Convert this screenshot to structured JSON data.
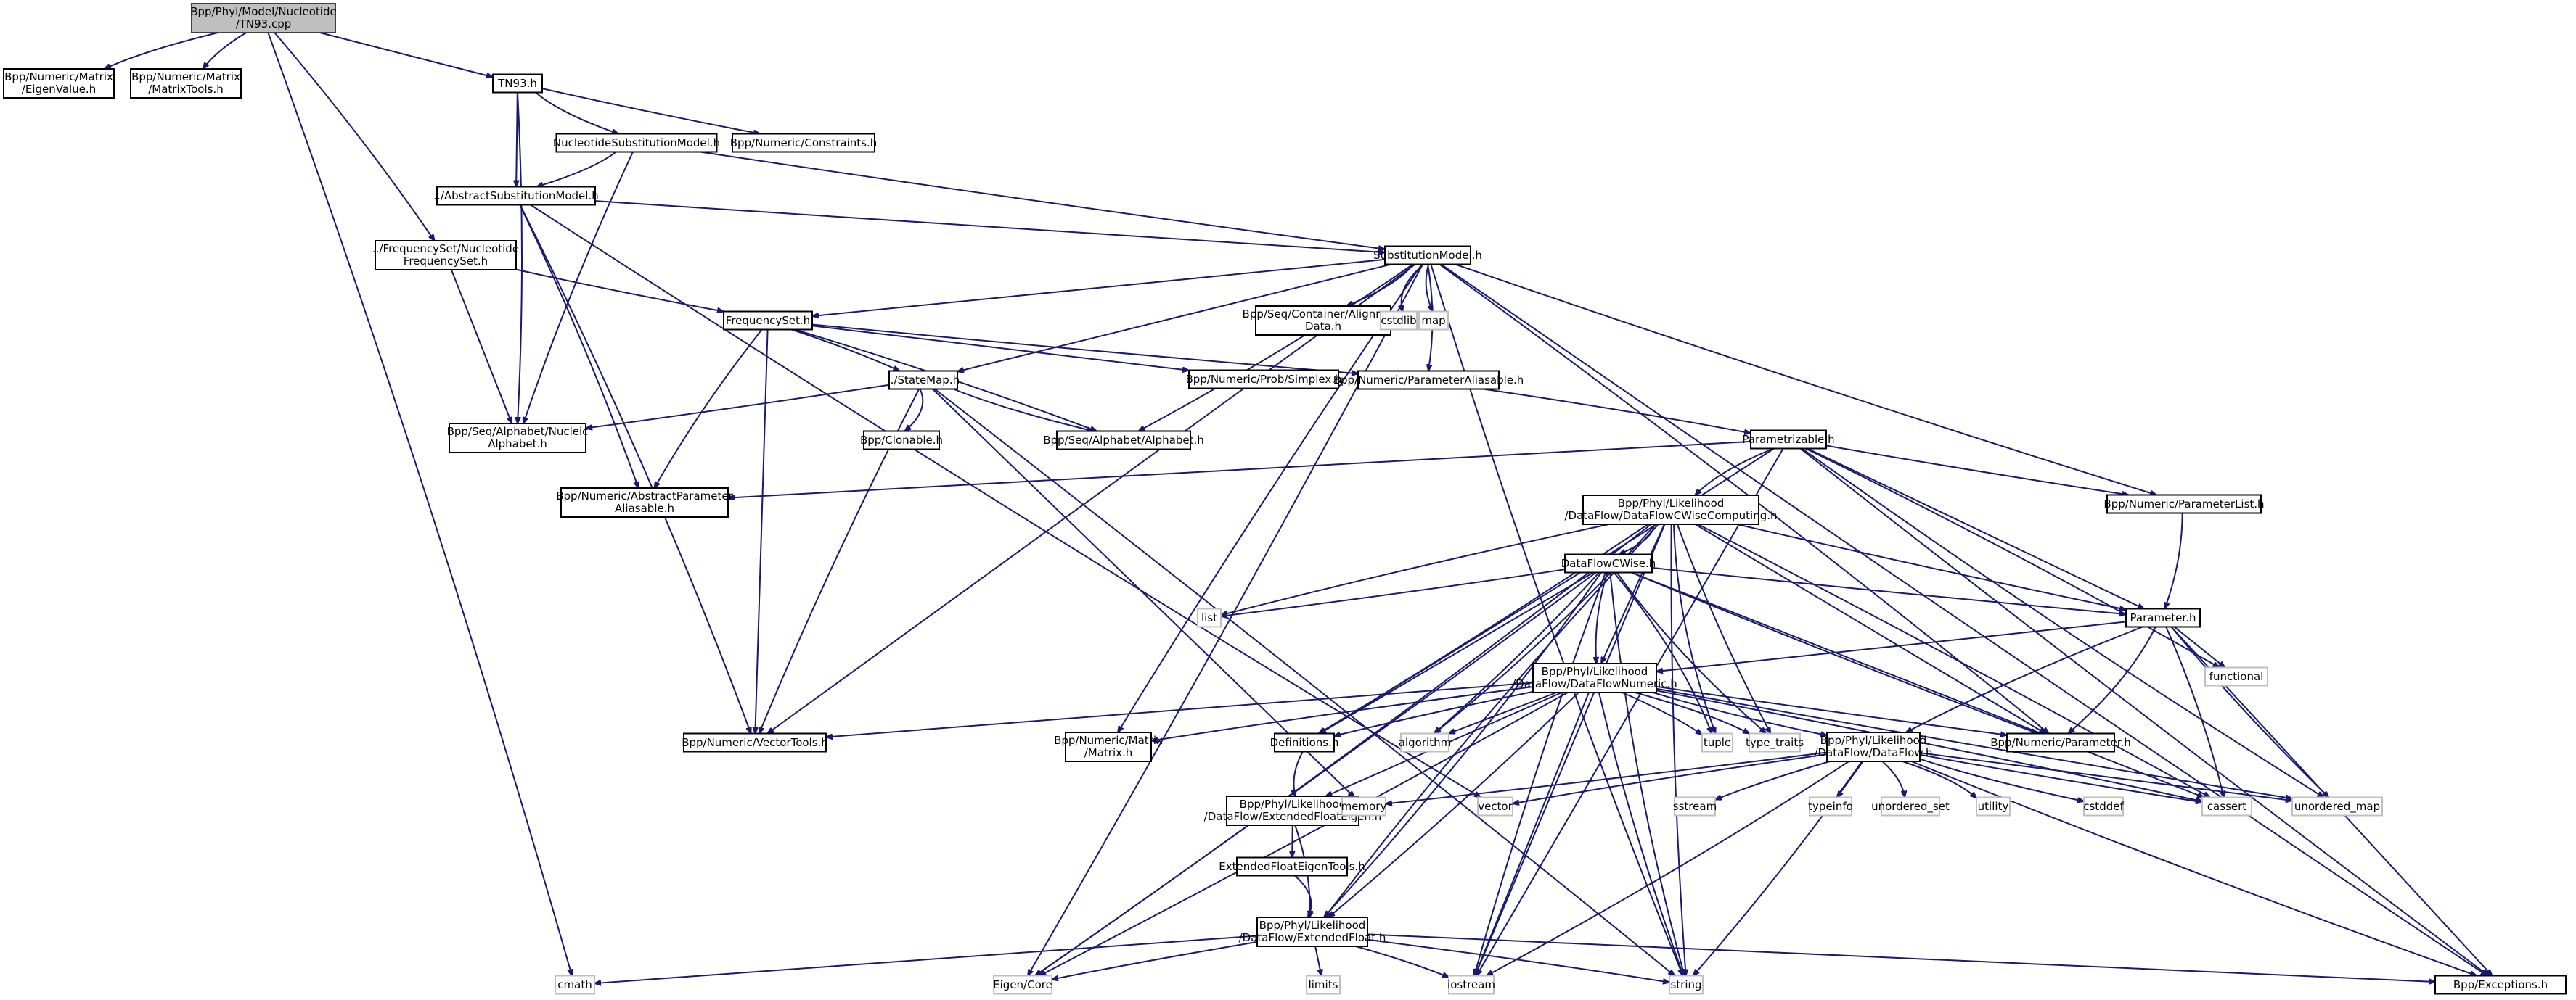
{
  "title": "Include dependency graph for TN93.cpp",
  "colors": {
    "edge": "#191970",
    "root_fill": "#bfbfbf",
    "node_border": "#000000",
    "system_border": "#bfbfbf"
  },
  "nodes": [
    {
      "id": "root",
      "label": [
        "Bpp/Phyl/Model/Nucleotide",
        "/TN93.cpp"
      ],
      "kind": "root"
    },
    {
      "id": "eigenvalue",
      "label": [
        "Bpp/Numeric/Matrix",
        "/EigenValue.h"
      ],
      "kind": "file"
    },
    {
      "id": "matrixtools",
      "label": [
        "Bpp/Numeric/Matrix",
        "/MatrixTools.h"
      ],
      "kind": "file"
    },
    {
      "id": "tn93h",
      "label": [
        "TN93.h"
      ],
      "kind": "file"
    },
    {
      "id": "nucsubmodel",
      "label": [
        "NucleotideSubstitutionModel.h"
      ],
      "kind": "file"
    },
    {
      "id": "constraints",
      "label": [
        "Bpp/Numeric/Constraints.h"
      ],
      "kind": "file"
    },
    {
      "id": "abssubmodel",
      "label": [
        "../AbstractSubstitutionModel.h"
      ],
      "kind": "file"
    },
    {
      "id": "nucfreqset",
      "label": [
        "../FrequencySet/Nucleotide",
        "FrequencySet.h"
      ],
      "kind": "file"
    },
    {
      "id": "submodel",
      "label": [
        "SubstitutionModel.h"
      ],
      "kind": "file"
    },
    {
      "id": "freqset",
      "label": [
        "FrequencySet.h"
      ],
      "kind": "file"
    },
    {
      "id": "aligndata",
      "label": [
        "Bpp/Seq/Container/Alignment",
        "Data.h"
      ],
      "kind": "file"
    },
    {
      "id": "cstdlib",
      "label": [
        "cstdlib"
      ],
      "kind": "system"
    },
    {
      "id": "map",
      "label": [
        "map"
      ],
      "kind": "system"
    },
    {
      "id": "simplex",
      "label": [
        "Bpp/Numeric/Prob/Simplex.h"
      ],
      "kind": "file"
    },
    {
      "id": "statemap",
      "label": [
        "../StateMap.h"
      ],
      "kind": "file"
    },
    {
      "id": "paramaliasable",
      "label": [
        "Bpp/Numeric/ParameterAliasable.h"
      ],
      "kind": "file"
    },
    {
      "id": "nucalphabet",
      "label": [
        "Bpp/Seq/Alphabet/Nucleic",
        "Alphabet.h"
      ],
      "kind": "file"
    },
    {
      "id": "clonable",
      "label": [
        "Bpp/Clonable.h"
      ],
      "kind": "file"
    },
    {
      "id": "alphabet",
      "label": [
        "Bpp/Seq/Alphabet/Alphabet.h"
      ],
      "kind": "file"
    },
    {
      "id": "parametrizable",
      "label": [
        "Parametrizable.h"
      ],
      "kind": "file"
    },
    {
      "id": "absparamaliasable",
      "label": [
        "Bpp/Numeric/AbstractParameter",
        "Aliasable.h"
      ],
      "kind": "file"
    },
    {
      "id": "dfcwisecomputing",
      "label": [
        "Bpp/Phyl/Likelihood",
        "/DataFlow/DataFlowCWiseComputing.h"
      ],
      "kind": "file"
    },
    {
      "id": "paramlist",
      "label": [
        "Bpp/Numeric/ParameterList.h"
      ],
      "kind": "file"
    },
    {
      "id": "dfcwise",
      "label": [
        "DataFlowCWise.h"
      ],
      "kind": "file"
    },
    {
      "id": "list",
      "label": [
        "list"
      ],
      "kind": "system"
    },
    {
      "id": "parameterh",
      "label": [
        "Parameter.h"
      ],
      "kind": "file"
    },
    {
      "id": "functional",
      "label": [
        "functional"
      ],
      "kind": "system"
    },
    {
      "id": "dfnumeric",
      "label": [
        "Bpp/Phyl/Likelihood",
        "/DataFlow/DataFlowNumeric.h"
      ],
      "kind": "file"
    },
    {
      "id": "vectortools",
      "label": [
        "Bpp/Numeric/VectorTools.h"
      ],
      "kind": "file"
    },
    {
      "id": "matrixh",
      "label": [
        "Bpp/Numeric/Matrix",
        "/Matrix.h"
      ],
      "kind": "file"
    },
    {
      "id": "definitions",
      "label": [
        "Definitions.h"
      ],
      "kind": "file"
    },
    {
      "id": "algorithm",
      "label": [
        "algorithm"
      ],
      "kind": "system"
    },
    {
      "id": "tuple",
      "label": [
        "tuple"
      ],
      "kind": "system"
    },
    {
      "id": "typetraits",
      "label": [
        "type_traits"
      ],
      "kind": "system"
    },
    {
      "id": "dataflowh",
      "label": [
        "Bpp/Phyl/Likelihood",
        "/DataFlow/DataFlow.h"
      ],
      "kind": "file"
    },
    {
      "id": "numparameter",
      "label": [
        "Bpp/Numeric/Parameter.h"
      ],
      "kind": "file"
    },
    {
      "id": "extfloateigen",
      "label": [
        "Bpp/Phyl/Likelihood",
        "/DataFlow/ExtendedFloatEigen.h"
      ],
      "kind": "file"
    },
    {
      "id": "memory",
      "label": [
        "memory"
      ],
      "kind": "system"
    },
    {
      "id": "vector",
      "label": [
        "vector"
      ],
      "kind": "system"
    },
    {
      "id": "sstream",
      "label": [
        "sstream"
      ],
      "kind": "system"
    },
    {
      "id": "typeinfo",
      "label": [
        "typeinfo"
      ],
      "kind": "system"
    },
    {
      "id": "unorderedset",
      "label": [
        "unordered_set"
      ],
      "kind": "system"
    },
    {
      "id": "utility",
      "label": [
        "utility"
      ],
      "kind": "system"
    },
    {
      "id": "cstddef",
      "label": [
        "cstddef"
      ],
      "kind": "system"
    },
    {
      "id": "cassert",
      "label": [
        "cassert"
      ],
      "kind": "system"
    },
    {
      "id": "unorderedmap",
      "label": [
        "unordered_map"
      ],
      "kind": "system"
    },
    {
      "id": "extfloateigentools",
      "label": [
        "ExtendedFloatEigenTools.h"
      ],
      "kind": "file"
    },
    {
      "id": "extfloat",
      "label": [
        "Bpp/Phyl/Likelihood",
        "/DataFlow/ExtendedFloat.h"
      ],
      "kind": "file"
    },
    {
      "id": "cmath",
      "label": [
        "cmath"
      ],
      "kind": "system"
    },
    {
      "id": "eigencore",
      "label": [
        "Eigen/Core"
      ],
      "kind": "system"
    },
    {
      "id": "limits",
      "label": [
        "limits"
      ],
      "kind": "system"
    },
    {
      "id": "iostream",
      "label": [
        "iostream"
      ],
      "kind": "system"
    },
    {
      "id": "string",
      "label": [
        "string"
      ],
      "kind": "system"
    },
    {
      "id": "exceptions",
      "label": [
        "Bpp/Exceptions.h"
      ],
      "kind": "file"
    }
  ],
  "edges": [
    [
      "root",
      "eigenvalue"
    ],
    [
      "root",
      "matrixtools"
    ],
    [
      "root",
      "tn93h"
    ],
    [
      "root",
      "nucfreqset"
    ],
    [
      "root",
      "cmath"
    ],
    [
      "tn93h",
      "nucsubmodel"
    ],
    [
      "tn93h",
      "constraints"
    ],
    [
      "tn93h",
      "abssubmodel"
    ],
    [
      "tn93h",
      "nucalphabet"
    ],
    [
      "nucsubmodel",
      "abssubmodel"
    ],
    [
      "nucsubmodel",
      "submodel"
    ],
    [
      "nucsubmodel",
      "nucalphabet"
    ],
    [
      "abssubmodel",
      "submodel"
    ],
    [
      "abssubmodel",
      "absparamaliasable"
    ],
    [
      "abssubmodel",
      "vectortools"
    ],
    [
      "abssubmodel",
      "vector"
    ],
    [
      "nucfreqset",
      "freqset"
    ],
    [
      "nucfreqset",
      "nucalphabet"
    ],
    [
      "submodel",
      "freqset"
    ],
    [
      "submodel",
      "aligndata"
    ],
    [
      "submodel",
      "cstdlib"
    ],
    [
      "submodel",
      "map"
    ],
    [
      "submodel",
      "statemap"
    ],
    [
      "submodel",
      "paramaliasable"
    ],
    [
      "submodel",
      "alphabet"
    ],
    [
      "submodel",
      "paramlist"
    ],
    [
      "submodel",
      "matrixh"
    ],
    [
      "submodel",
      "vectortools"
    ],
    [
      "submodel",
      "eigencore"
    ],
    [
      "submodel",
      "numparameter"
    ],
    [
      "submodel",
      "string"
    ],
    [
      "submodel",
      "exceptions"
    ],
    [
      "freqset",
      "simplex"
    ],
    [
      "freqset",
      "statemap"
    ],
    [
      "freqset",
      "alphabet"
    ],
    [
      "freqset",
      "paramaliasable"
    ],
    [
      "freqset",
      "absparamaliasable"
    ],
    [
      "freqset",
      "vectortools"
    ],
    [
      "statemap",
      "nucalphabet"
    ],
    [
      "statemap",
      "clonable"
    ],
    [
      "statemap",
      "alphabet"
    ],
    [
      "statemap",
      "vectortools"
    ],
    [
      "statemap",
      "memory"
    ],
    [
      "statemap",
      "string"
    ],
    [
      "paramaliasable",
      "parametrizable"
    ],
    [
      "parametrizable",
      "dfcwisecomputing"
    ],
    [
      "parametrizable",
      "paramlist"
    ],
    [
      "parametrizable",
      "parameterh"
    ],
    [
      "parametrizable",
      "absparamaliasable"
    ],
    [
      "parametrizable",
      "functional"
    ],
    [
      "parametrizable",
      "unorderedmap"
    ],
    [
      "parametrizable",
      "exceptions"
    ],
    [
      "parametrizable",
      "iostream"
    ],
    [
      "parametrizable",
      "definitions"
    ],
    [
      "dfcwisecomputing",
      "dfcwise"
    ],
    [
      "dfcwisecomputing",
      "list"
    ],
    [
      "dfcwisecomputing",
      "parameterh"
    ],
    [
      "dfcwisecomputing",
      "dfnumeric"
    ],
    [
      "dfcwisecomputing",
      "definitions"
    ],
    [
      "dfcwisecomputing",
      "algorithm"
    ],
    [
      "dfcwisecomputing",
      "tuple"
    ],
    [
      "dfcwisecomputing",
      "typetraits"
    ],
    [
      "dfcwisecomputing",
      "numparameter"
    ],
    [
      "dfcwisecomputing",
      "cassert"
    ],
    [
      "dfcwisecomputing",
      "eigencore"
    ],
    [
      "dfcwisecomputing",
      "extfloat"
    ],
    [
      "dfcwisecomputing",
      "string"
    ],
    [
      "dfcwisecomputing",
      "iostream"
    ],
    [
      "paramlist",
      "parameterh"
    ],
    [
      "dfcwise",
      "list"
    ],
    [
      "dfcwise",
      "parameterh"
    ],
    [
      "dfcwise",
      "dfnumeric"
    ],
    [
      "dfcwise",
      "definitions"
    ],
    [
      "dfcwise",
      "algorithm"
    ],
    [
      "dfcwise",
      "tuple"
    ],
    [
      "dfcwise",
      "typetraits"
    ],
    [
      "dfcwise",
      "numparameter"
    ],
    [
      "dfcwise",
      "cassert"
    ],
    [
      "dfcwise",
      "eigencore"
    ],
    [
      "dfcwise",
      "extfloat"
    ],
    [
      "dfcwise",
      "string"
    ],
    [
      "dfcwise",
      "iostream"
    ],
    [
      "parameterh",
      "functional"
    ],
    [
      "parameterh",
      "dfnumeric"
    ],
    [
      "parameterh",
      "numparameter"
    ],
    [
      "parameterh",
      "dataflowh"
    ],
    [
      "parameterh",
      "unorderedmap"
    ],
    [
      "parameterh",
      "exceptions"
    ],
    [
      "parameterh",
      "cassert"
    ],
    [
      "dfnumeric",
      "vectortools"
    ],
    [
      "dfnumeric",
      "matrixh"
    ],
    [
      "dfnumeric",
      "definitions"
    ],
    [
      "dfnumeric",
      "algorithm"
    ],
    [
      "dfnumeric",
      "tuple"
    ],
    [
      "dfnumeric",
      "typetraits"
    ],
    [
      "dfnumeric",
      "dataflowh"
    ],
    [
      "dfnumeric",
      "numparameter"
    ],
    [
      "dfnumeric",
      "extfloateigen"
    ],
    [
      "dfnumeric",
      "extfloat"
    ],
    [
      "dfnumeric",
      "cassert"
    ],
    [
      "dfnumeric",
      "unorderedmap"
    ],
    [
      "dfnumeric",
      "string"
    ],
    [
      "dfnumeric",
      "iostream"
    ],
    [
      "dfnumeric",
      "eigencore"
    ],
    [
      "dataflowh",
      "memory"
    ],
    [
      "dataflowh",
      "vector"
    ],
    [
      "dataflowh",
      "sstream"
    ],
    [
      "dataflowh",
      "typeinfo"
    ],
    [
      "dataflowh",
      "unorderedset"
    ],
    [
      "dataflowh",
      "utility"
    ],
    [
      "dataflowh",
      "cstddef"
    ],
    [
      "dataflowh",
      "cassert"
    ],
    [
      "dataflowh",
      "unorderedmap"
    ],
    [
      "dataflowh",
      "string"
    ],
    [
      "dataflowh",
      "iostream"
    ],
    [
      "dataflowh",
      "exceptions"
    ],
    [
      "definitions",
      "extfloateigen"
    ],
    [
      "extfloateigen",
      "extfloateigentools"
    ],
    [
      "extfloateigen",
      "extfloat"
    ],
    [
      "extfloateigentools",
      "extfloat"
    ],
    [
      "extfloat",
      "cmath"
    ],
    [
      "extfloat",
      "eigencore"
    ],
    [
      "extfloat",
      "limits"
    ],
    [
      "extfloat",
      "iostream"
    ],
    [
      "extfloat",
      "string"
    ],
    [
      "extfloat",
      "exceptions"
    ]
  ]
}
